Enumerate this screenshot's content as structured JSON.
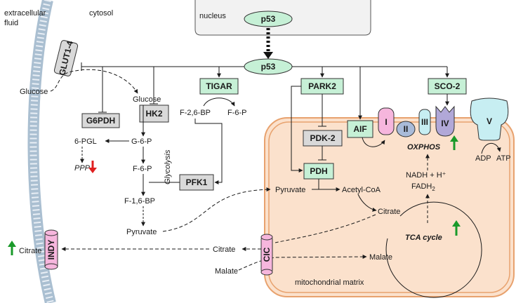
{
  "compartments": {
    "extracellular": [
      "extracellular",
      "fluid"
    ],
    "cytosol": "cytosol",
    "nucleus": "nucleus",
    "matrix": "mitochondrial matrix"
  },
  "proteins": {
    "p53_nucleus": "p53",
    "p53_cyto": "p53",
    "glut": "GLUT1-4",
    "tigar": "TIGAR",
    "park2": "PARK2",
    "sco2": "SCO-2",
    "g6pdh": "G6PDH",
    "hk2": "HK2",
    "pfk1": "PFK1",
    "pdk2": "PDK-2",
    "pdh": "PDH",
    "aif": "AIF",
    "indy": "INDY",
    "cic": "CIC"
  },
  "complexes": [
    "I",
    "II",
    "III",
    "IV",
    "V"
  ],
  "metabolites": {
    "glucose_out": "Glucose",
    "glucose_in": "Glucose",
    "g6p": "G-6-P",
    "pgl": "6-PGL",
    "ppp": "PPP",
    "f6p": "F-6-P",
    "f16bp": "F-1,6-BP",
    "pyruvate_cyto": "Pyruvate",
    "f26bp": "F-2,6-BP",
    "f6p_tigar": "F-6-P",
    "pyruvate_mito": "Pyruvate",
    "acetyl_coa": "Acetyl-CoA",
    "citrate_mito": "Citrate",
    "citrate_cyto": "Citrate",
    "citrate_out": "Citrate",
    "malate_cyto": "Malate",
    "malate_mito": "Malate",
    "nadh": "NADH + H⁺",
    "fadh_main": "FADH",
    "fadh_sub": "2",
    "adp": "ADP",
    "atp": "ATP"
  },
  "processes": {
    "glycolysis": "Glycolysis",
    "oxphos": "OXPHOS",
    "tca": "TCA cycle"
  },
  "colors": {
    "green_box": "#c6f0d6",
    "gray_box": "#d9d9d9",
    "p53_fill": "#c6f0d6",
    "mito_fill": "#fbe1cc",
    "mito_stroke": "#e8a26e",
    "membrane": "#aabfd1",
    "pink": "#f6b6dd",
    "complex_ii": "#a9bbd9",
    "complex_iii": "#c7eef2",
    "complex_iv": "#b1a8d8",
    "complex_v": "#c7eef2",
    "up_arrow": "#1a9a2a",
    "down_arrow": "#e02020"
  }
}
